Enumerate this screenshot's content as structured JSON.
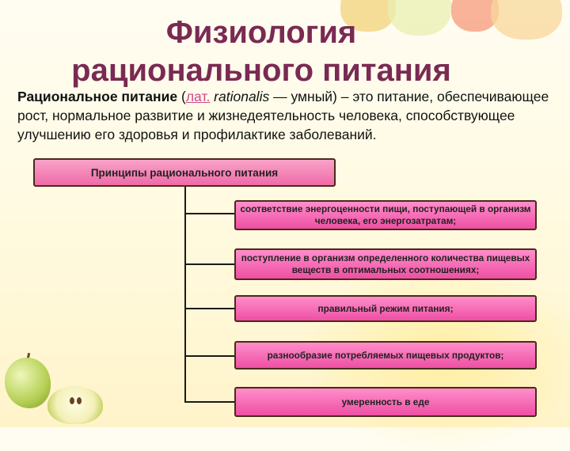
{
  "title": {
    "line1": "Физиология",
    "line2": "рационального питания"
  },
  "intro": {
    "term": "Рациональное питание",
    "paren_open": " (",
    "lat_link": "лат.",
    "latin_word": " rationalis",
    "latin_meaning": " — умный)",
    "definition": "  – это питание, обеспечивающее рост, нормальное развитие и жизнедеятельность человека, способствующее улучшению его здоровья и профилактике заболеваний."
  },
  "diagram": {
    "header": "Принципы рационального питания",
    "principles": [
      "соответствие энергоценности пищи, поступающей в организм человека, его энергозатратам;",
      "поступление в организм определенного количества пищевых веществ в оптимальных соотношениях;",
      "правильный режим питания;",
      "разнообразие потребляемых пищевых продуктов;",
      "умеренность в еде"
    ]
  },
  "colors": {
    "title": "#7a2a53",
    "box_fill": "#f06aa8",
    "link": "#d0488c"
  }
}
